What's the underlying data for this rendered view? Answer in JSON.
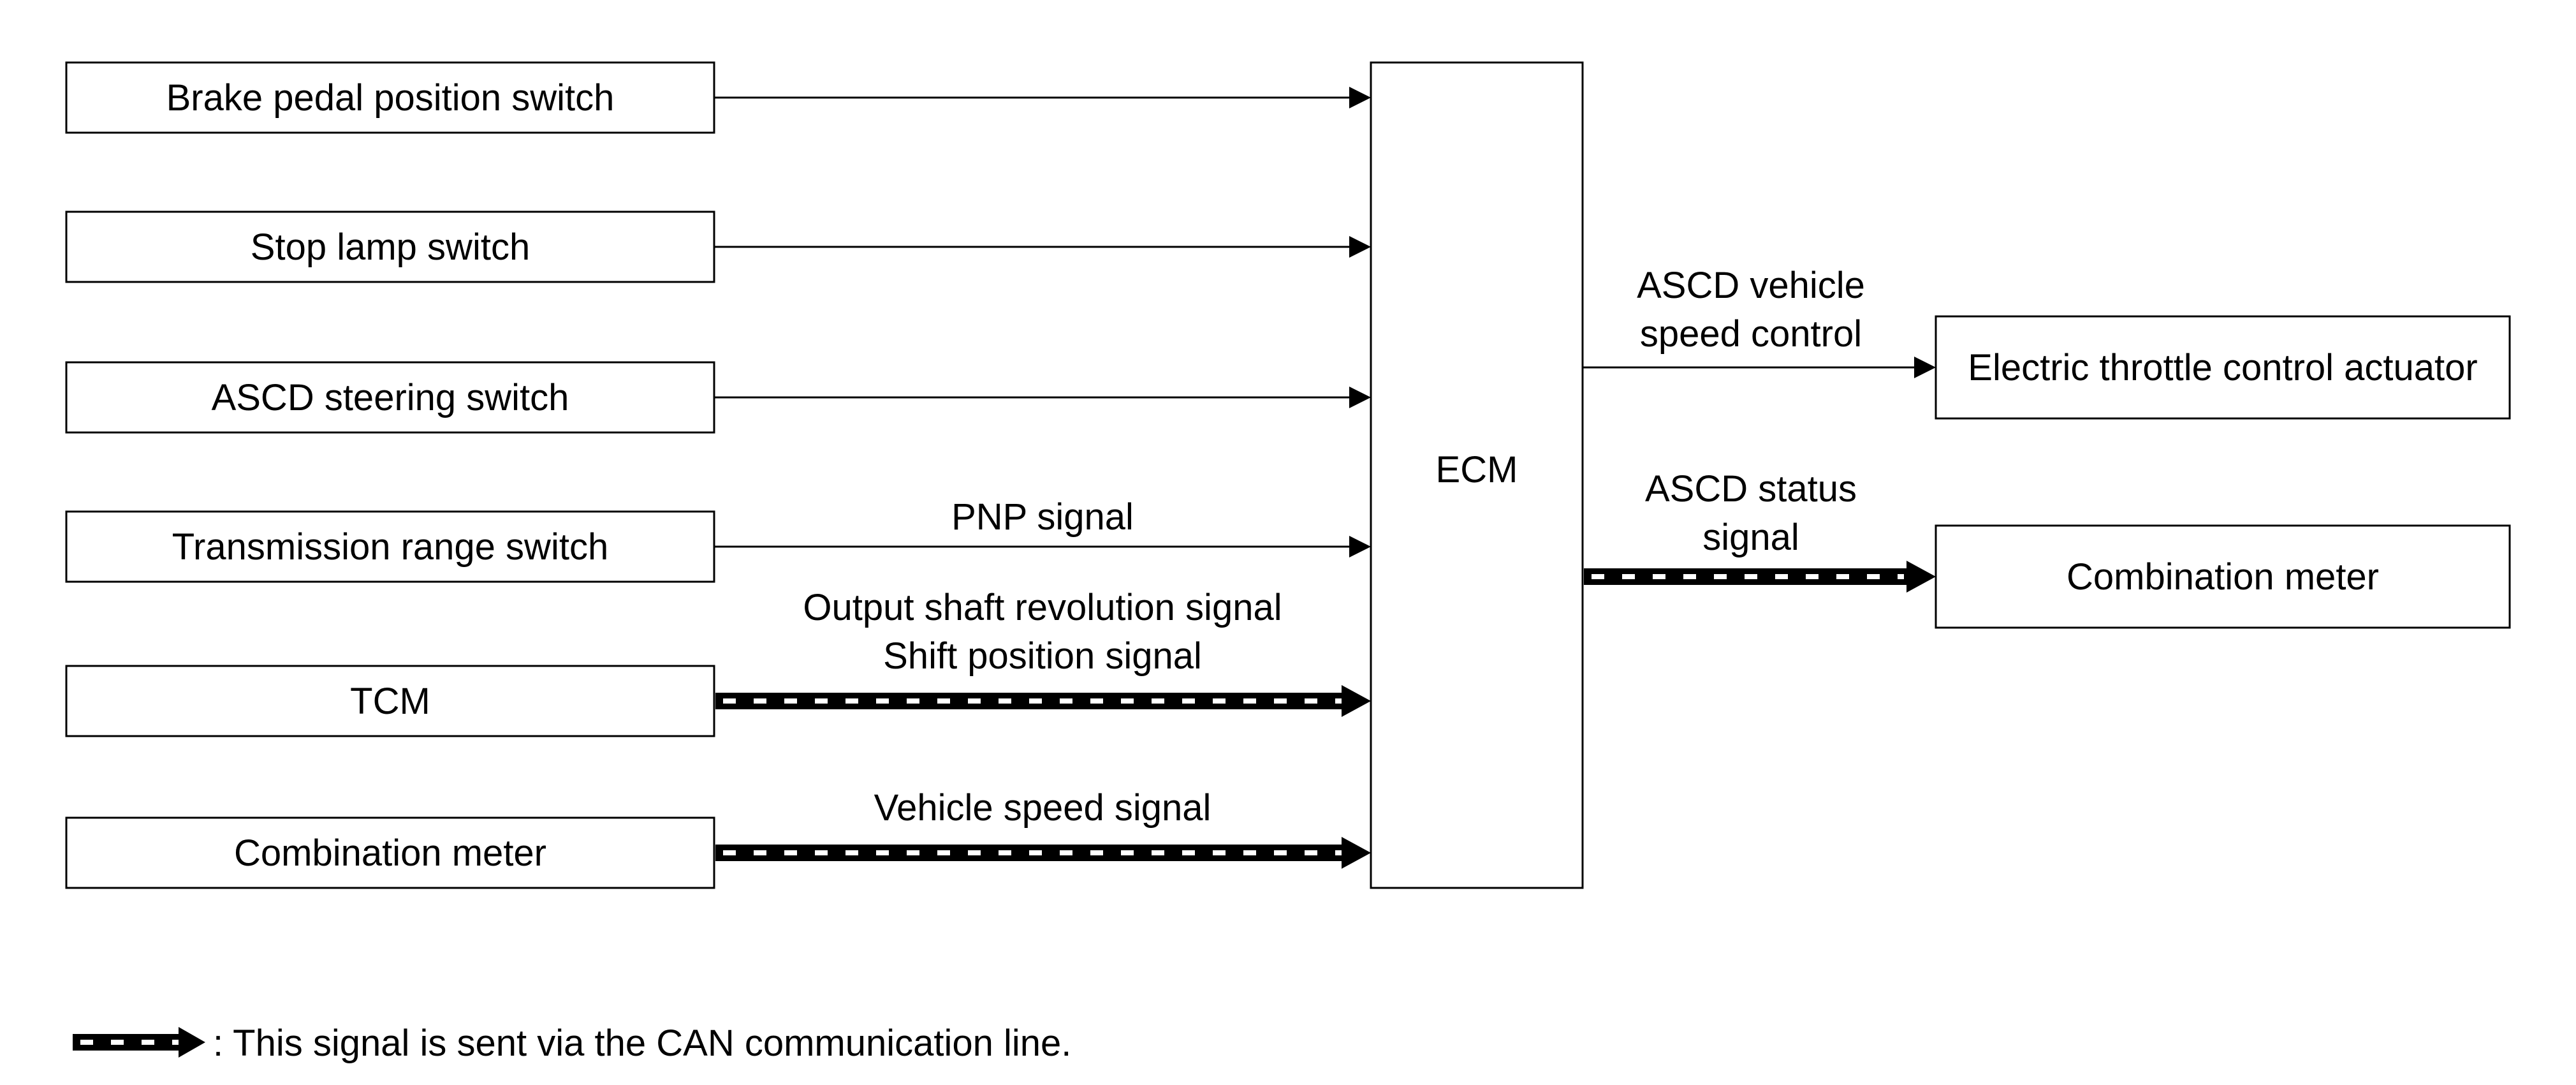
{
  "inputs": [
    {
      "label": "Brake pedal position switch",
      "signal": [],
      "can": false
    },
    {
      "label": "Stop lamp switch",
      "signal": [],
      "can": false
    },
    {
      "label": "ASCD steering switch",
      "signal": [],
      "can": false
    },
    {
      "label": "Transmission range switch",
      "signal": [
        "PNP signal"
      ],
      "can": false
    },
    {
      "label": "TCM",
      "signal": [
        "Output shaft revolution signal",
        "Shift position signal"
      ],
      "can": true
    },
    {
      "label": "Combination meter",
      "signal": [
        "Vehicle speed signal"
      ],
      "can": true
    }
  ],
  "ecm": {
    "label": "ECM"
  },
  "outputs": [
    {
      "label": "Electric throttle control actuator",
      "signal": [
        "ASCD vehicle",
        "speed control"
      ],
      "can": false
    },
    {
      "label": "Combination meter",
      "signal": [
        "ASCD status",
        "signal"
      ],
      "can": true
    }
  ],
  "legend": {
    "text": ": This signal is sent via the CAN communication line."
  },
  "colors": {
    "line": "#000000",
    "background": "#ffffff",
    "can_dash": "#ffffff"
  }
}
